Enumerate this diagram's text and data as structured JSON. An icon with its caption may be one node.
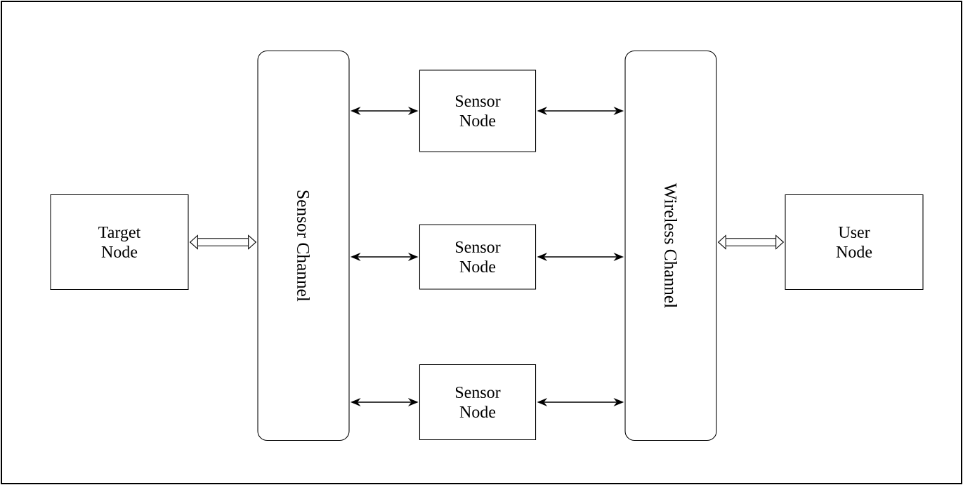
{
  "diagram": {
    "nodes": [
      {
        "text": [
          "Target Node"
        ]
      },
      {
        "text": [
          "Sensor Channel"
        ]
      },
      {
        "text": [
          "Sensor Node"
        ]
      },
      {
        "text": [
          "Sensor Node"
        ]
      },
      {
        "text": [
          "Sensor Node"
        ]
      },
      {
        "text": [
          "Wireless Channel"
        ]
      },
      {
        "text": [
          "User Node"
        ]
      }
    ],
    "edges": [
      {
        "from": 0,
        "to": 1,
        "arrow": "both",
        "style": "thick"
      },
      {
        "from": 1,
        "to": 2,
        "arrow": "both"
      },
      {
        "from": 1,
        "to": 3,
        "arrow": "both"
      },
      {
        "from": 1,
        "to": 4,
        "arrow": "both"
      },
      {
        "from": 2,
        "to": 5,
        "arrow": "both"
      },
      {
        "from": 3,
        "to": 5,
        "arrow": "both"
      },
      {
        "from": 4,
        "to": 5,
        "arrow": "both"
      },
      {
        "from": 5,
        "to": 6,
        "arrow": "both",
        "style": "thick"
      }
    ]
  }
}
